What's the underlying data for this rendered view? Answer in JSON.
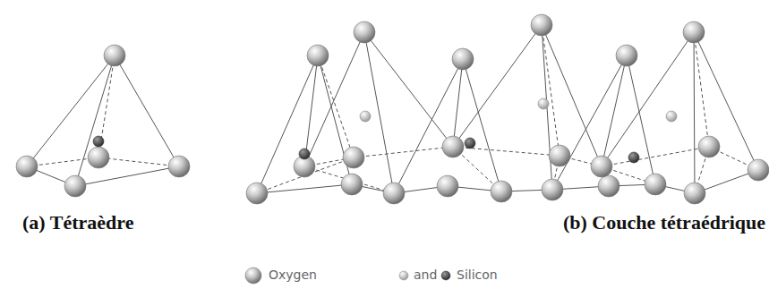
{
  "diagram": {
    "labels": [
      "(a) Tétraèdre",
      "(b) Couche tétraédrique",
      "and"
    ],
    "legend": [
      {
        "text": "Oxygen"
      },
      {
        "text": "Silicon"
      }
    ]
  }
}
